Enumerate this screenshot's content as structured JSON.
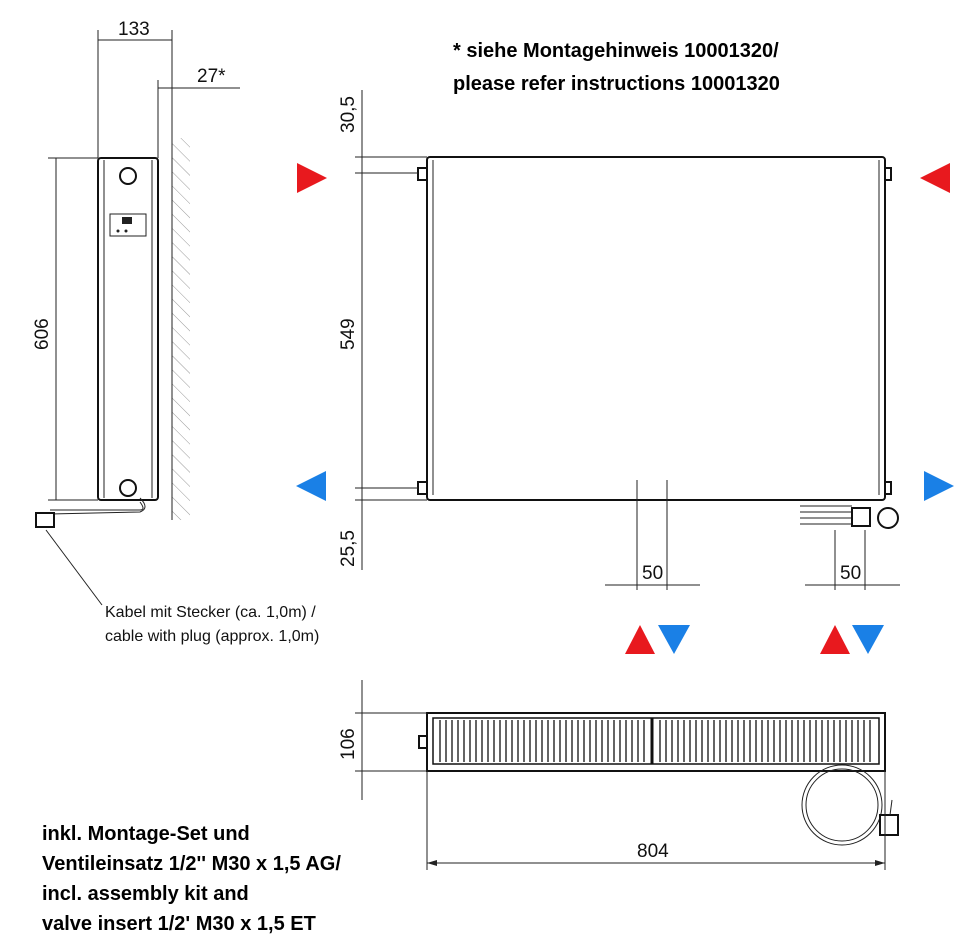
{
  "header_note": {
    "line1": "* siehe Montagehinweis 10001320/",
    "line2": "please refer instructions 10001320"
  },
  "side_view": {
    "depth": "133",
    "wall_distance": "27*",
    "height": "606"
  },
  "front_view": {
    "top_offset": "30,5",
    "connection_spacing": "549",
    "bottom_offset": "25,5",
    "bottom_connection_left": "50",
    "bottom_connection_right": "50"
  },
  "top_view": {
    "depth": "106",
    "width": "804"
  },
  "cable_note": {
    "line1": "Kabel mit Stecker (ca. 1,0m) /",
    "line2": "cable with plug (approx. 1,0m)"
  },
  "footer_note": {
    "line1": "inkl. Montage-Set und",
    "line2": "Ventileinsatz 1/2'' M30 x 1,5 AG/",
    "line3": "incl. assembly kit and",
    "line4": "valve insert 1/2' M30 x 1,5 ET"
  },
  "colors": {
    "supply": "#e8191e",
    "return": "#1a80e6"
  }
}
